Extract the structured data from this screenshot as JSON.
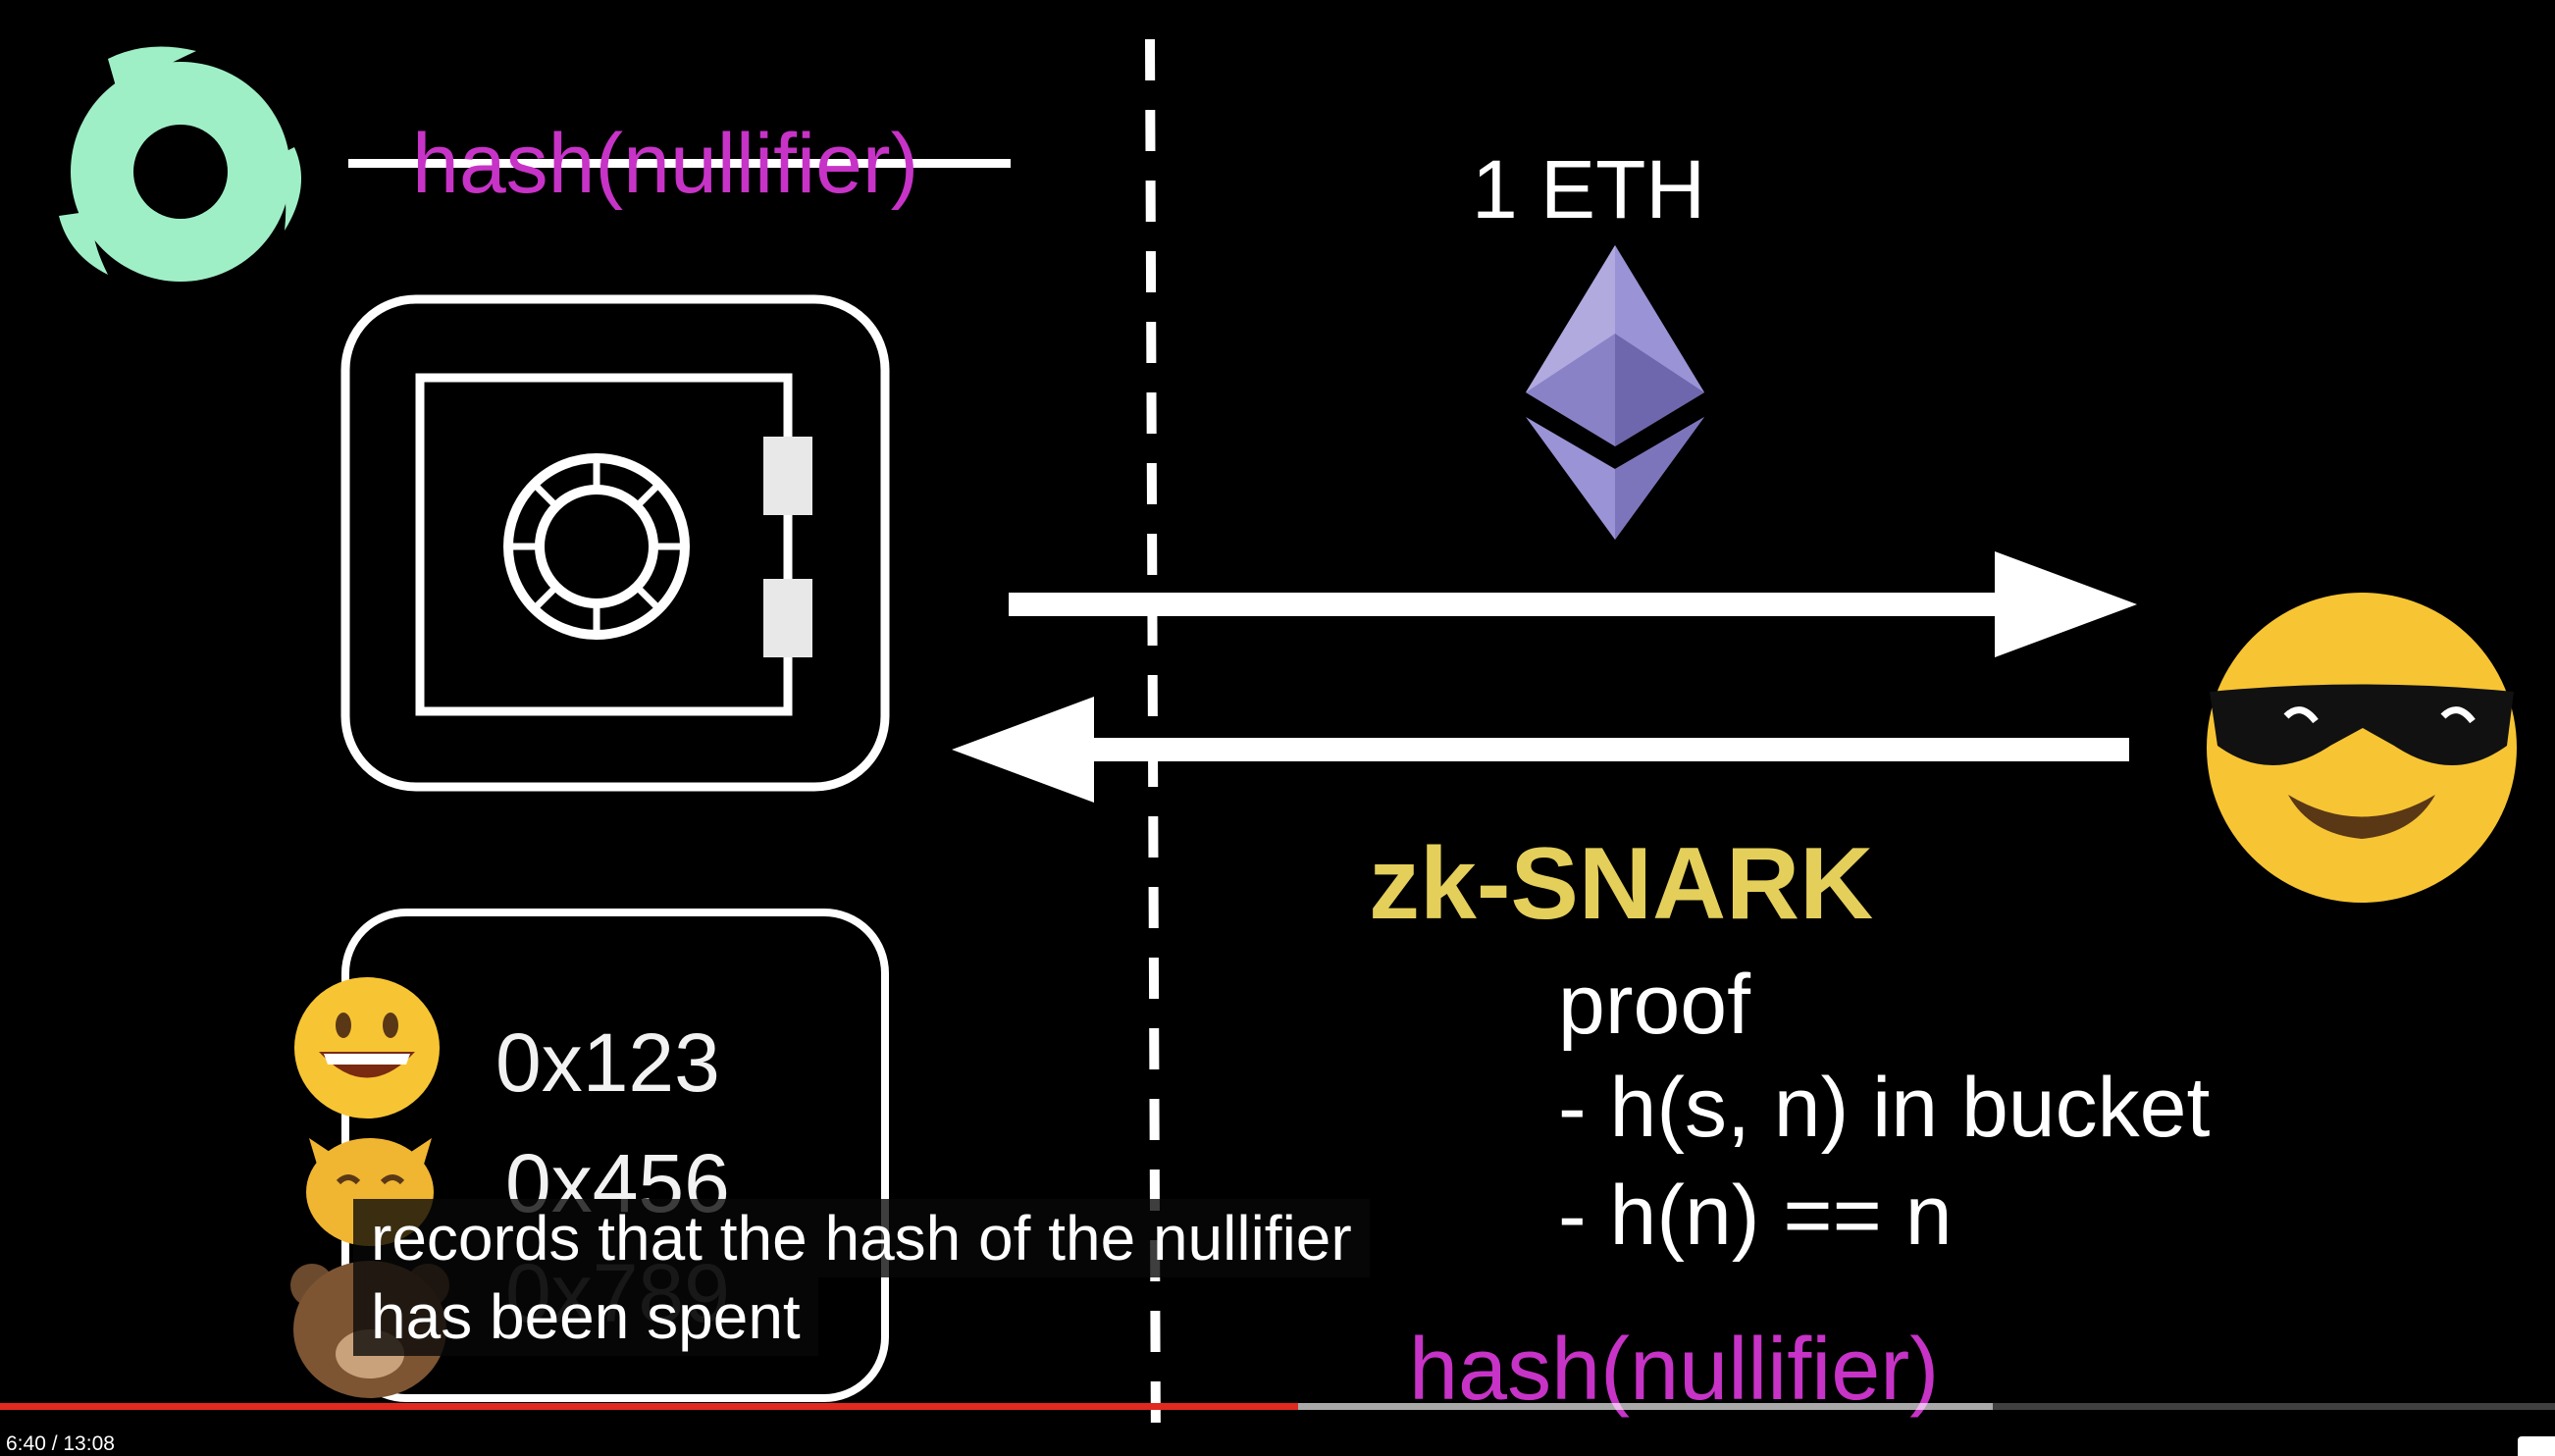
{
  "scene": {
    "struck_label": "hash(nullifier)",
    "eth_label": "1 ETH",
    "zk_title": "zk-SNARK",
    "proof_label": "proof",
    "proof_line_1": "- h(s, n) in bucket",
    "proof_line_2": "- h(n) == n",
    "bottom_hash_label": "hash(nullifier)",
    "addresses": [
      "0x123",
      "0x456",
      "0x789"
    ]
  },
  "captions": {
    "line_1": "records that the hash of the nullifier",
    "line_2": "has been spent"
  },
  "player": {
    "time_display": "6:40 / 13:08",
    "progress": 0.508,
    "buffered": 0.78,
    "progress_color": "#e02a1f"
  },
  "icons": [
    "tornado-logo-icon",
    "safe-vault-icon",
    "ethereum-icon",
    "sunglasses-emoji-icon",
    "grinning-emoji-icon",
    "cat-emoji-icon",
    "bear-emoji-icon",
    "settings-icon"
  ],
  "colors": {
    "tornado_green": "#9fefc6",
    "magenta": "#c733c7",
    "gold": "#e4cf5b",
    "eth_purple": "#8a82c6"
  }
}
